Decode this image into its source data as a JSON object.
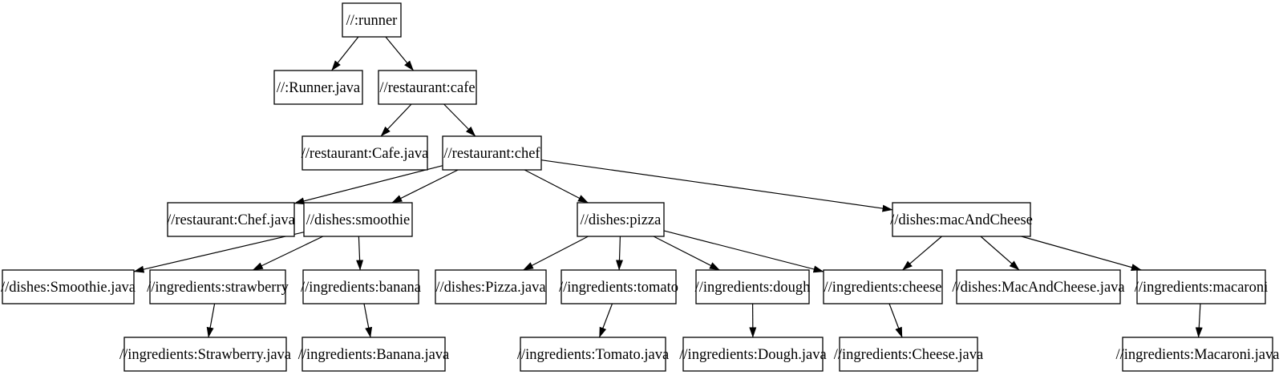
{
  "diagram": {
    "type": "dependency-graph",
    "description": "Build target dependency graph",
    "colors": {
      "background": "#ffffff",
      "node_fill": "#ffffff",
      "node_border": "#000000",
      "edge": "#000000",
      "text": "#000000"
    },
    "nodes": [
      {
        "id": "runner",
        "label": "//:runner"
      },
      {
        "id": "runner_java",
        "label": "//:Runner.java"
      },
      {
        "id": "cafe",
        "label": "//restaurant:cafe"
      },
      {
        "id": "cafe_java",
        "label": "//restaurant:Cafe.java"
      },
      {
        "id": "chef",
        "label": "//restaurant:chef"
      },
      {
        "id": "chef_java",
        "label": "//restaurant:Chef.java"
      },
      {
        "id": "smoothie",
        "label": "//dishes:smoothie"
      },
      {
        "id": "pizza",
        "label": "//dishes:pizza"
      },
      {
        "id": "macandcheese",
        "label": "//dishes:macAndCheese"
      },
      {
        "id": "smoothie_java",
        "label": "//dishes:Smoothie.java"
      },
      {
        "id": "strawberry",
        "label": "//ingredients:strawberry"
      },
      {
        "id": "banana",
        "label": "//ingredients:banana"
      },
      {
        "id": "pizza_java",
        "label": "//dishes:Pizza.java"
      },
      {
        "id": "tomato",
        "label": "//ingredients:tomato"
      },
      {
        "id": "dough",
        "label": "//ingredients:dough"
      },
      {
        "id": "cheese",
        "label": "//ingredients:cheese"
      },
      {
        "id": "macandcheese_java",
        "label": "//dishes:MacAndCheese.java"
      },
      {
        "id": "macaroni",
        "label": "//ingredients:macaroni"
      },
      {
        "id": "strawberry_java",
        "label": "//ingredients:Strawberry.java"
      },
      {
        "id": "banana_java",
        "label": "//ingredients:Banana.java"
      },
      {
        "id": "tomato_java",
        "label": "//ingredients:Tomato.java"
      },
      {
        "id": "dough_java",
        "label": "//ingredients:Dough.java"
      },
      {
        "id": "cheese_java",
        "label": "//ingredients:Cheese.java"
      },
      {
        "id": "macaroni_java",
        "label": "//ingredients:Macaroni.java"
      }
    ],
    "edges": [
      {
        "from": "runner",
        "to": "runner_java"
      },
      {
        "from": "runner",
        "to": "cafe"
      },
      {
        "from": "cafe",
        "to": "cafe_java"
      },
      {
        "from": "cafe",
        "to": "chef"
      },
      {
        "from": "chef",
        "to": "chef_java"
      },
      {
        "from": "chef",
        "to": "smoothie"
      },
      {
        "from": "chef",
        "to": "pizza"
      },
      {
        "from": "chef",
        "to": "macandcheese"
      },
      {
        "from": "smoothie",
        "to": "smoothie_java"
      },
      {
        "from": "smoothie",
        "to": "strawberry"
      },
      {
        "from": "smoothie",
        "to": "banana"
      },
      {
        "from": "strawberry",
        "to": "strawberry_java"
      },
      {
        "from": "banana",
        "to": "banana_java"
      },
      {
        "from": "pizza",
        "to": "pizza_java"
      },
      {
        "from": "pizza",
        "to": "tomato"
      },
      {
        "from": "pizza",
        "to": "dough"
      },
      {
        "from": "pizza",
        "to": "cheese"
      },
      {
        "from": "tomato",
        "to": "tomato_java"
      },
      {
        "from": "dough",
        "to": "dough_java"
      },
      {
        "from": "cheese",
        "to": "cheese_java"
      },
      {
        "from": "macandcheese",
        "to": "cheese"
      },
      {
        "from": "macandcheese",
        "to": "macandcheese_java"
      },
      {
        "from": "macandcheese",
        "to": "macaroni"
      },
      {
        "from": "macaroni",
        "to": "macaroni_java"
      }
    ]
  }
}
